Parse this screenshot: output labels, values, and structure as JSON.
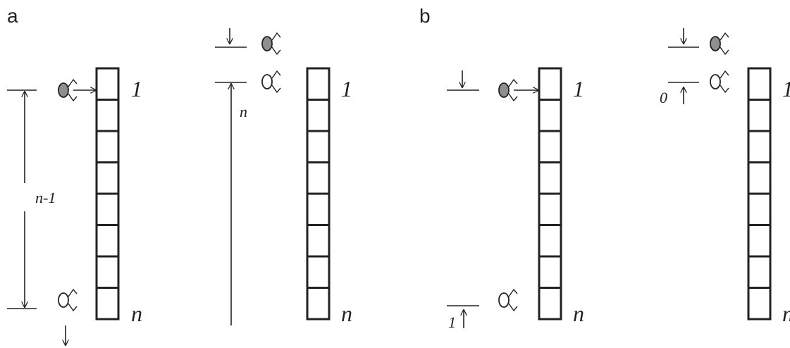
{
  "panels": [
    {
      "label": "a"
    },
    {
      "label": "b"
    }
  ],
  "column_labels": {
    "first": "1",
    "last": "n"
  },
  "measures": {
    "a1": "n-1",
    "a2": "n",
    "b1": "1",
    "b2": "0"
  },
  "colors": {
    "filled_head": "#8f8f8f",
    "line": "#222222"
  },
  "icons": [
    "climber-figure-icon",
    "arrow-icon"
  ]
}
